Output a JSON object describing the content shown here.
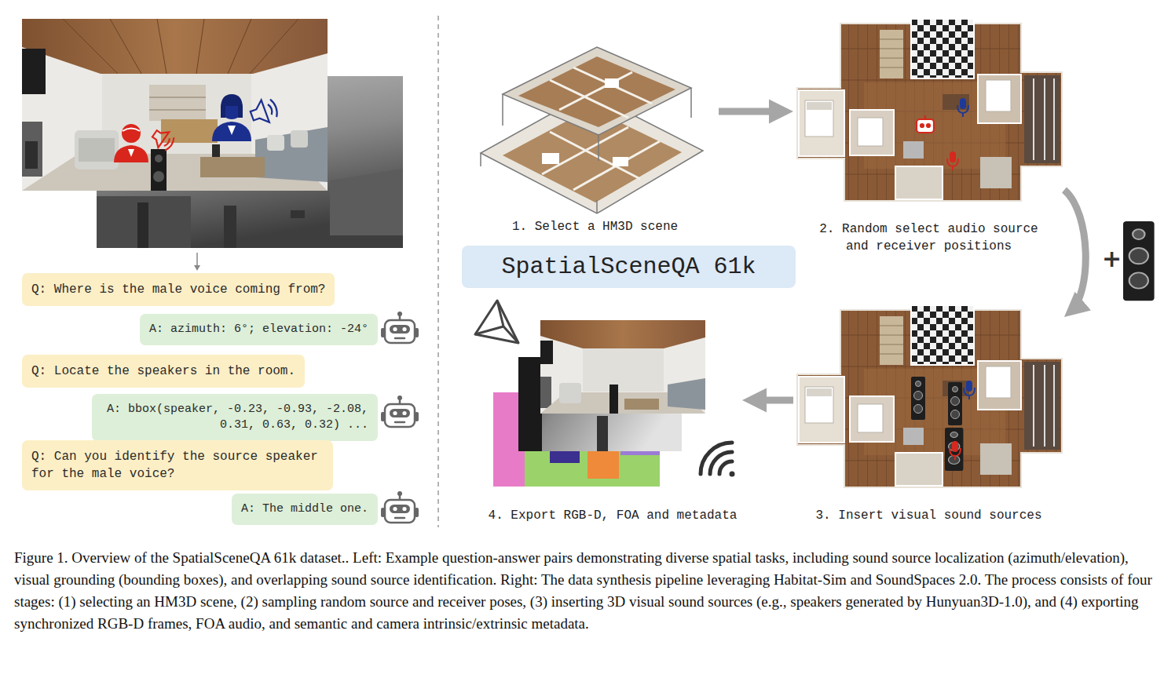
{
  "diagram": {
    "caption": "Figure 1. Overview of the SpatialSceneQA 61k dataset.. Left: Example question-answer pairs demonstrating diverse spatial tasks, including sound source localization (azimuth/elevation), visual grounding (bounding boxes), and overlapping sound source identification. Right: The data synthesis pipeline leveraging Habitat-Sim and SoundSpaces 2.0. The process consists of four stages: (1) selecting an HM3D scene, (2) sampling random source and receiver poses, (3) inserting 3D visual sound sources (e.g., speakers generated by Hunyuan3D-1.0), and (4) exporting synchronized RGB-D frames, FOA audio, and semantic and camera intrinsic/extrinsic metadata.",
    "nodes": [
      {
        "text": [
          "Q: Where is the male voice coming from?"
        ]
      },
      {
        "text": [
          "A: azimuth: 6°; elevation: -24°"
        ]
      },
      {
        "text": [
          "Q: Locate the speakers in the room."
        ]
      },
      {
        "text": [
          "A: bbox(speaker, -0.23, -0.93, -2.08, 0.31, 0.63, 0.32) ..."
        ]
      },
      {
        "text": [
          "Q: Can you identify the source speaker for the male voice?"
        ]
      },
      {
        "text": [
          "A: The middle one."
        ]
      },
      {
        "text": [
          "SpatialSceneQA 61k"
        ]
      },
      {
        "text": [
          "1. Select a HM3D scene"
        ]
      },
      {
        "text": [
          "2. Random select audio source and receiver positions"
        ]
      },
      {
        "text": [
          "3. Insert visual sound sources"
        ]
      },
      {
        "text": [
          "4. Export RGB-D, FOA and metadata"
        ]
      }
    ],
    "edges": [
      {
        "from": 7,
        "to": 8,
        "arrow": "to"
      },
      {
        "from": 8,
        "to": 9,
        "arrow": "to"
      },
      {
        "from": 9,
        "to": 10,
        "arrow": "to"
      }
    ],
    "labels": [
      "+"
    ]
  }
}
